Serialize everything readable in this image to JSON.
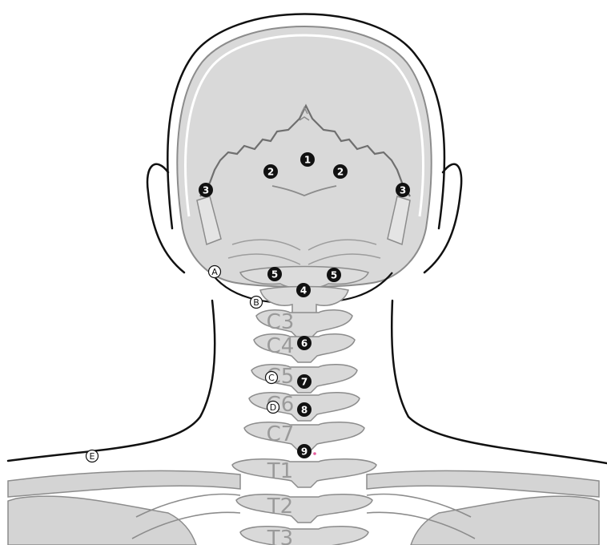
{
  "numbered_points": [
    {
      "id": "point-1",
      "label": "1"
    },
    {
      "id": "point-2-left",
      "label": "2"
    },
    {
      "id": "point-2-right",
      "label": "2"
    },
    {
      "id": "point-3-left",
      "label": "3"
    },
    {
      "id": "point-3-right",
      "label": "3"
    },
    {
      "id": "point-5-left",
      "label": "5"
    },
    {
      "id": "point-5-right",
      "label": "5"
    },
    {
      "id": "point-4",
      "label": "4"
    },
    {
      "id": "point-6",
      "label": "6"
    },
    {
      "id": "point-7",
      "label": "7"
    },
    {
      "id": "point-8",
      "label": "8"
    },
    {
      "id": "point-9",
      "label": "9"
    }
  ],
  "lettered_points": [
    {
      "id": "point-a",
      "label": "A"
    },
    {
      "id": "point-b",
      "label": "B"
    },
    {
      "id": "point-c",
      "label": "C"
    },
    {
      "id": "point-d",
      "label": "D"
    },
    {
      "id": "point-e",
      "label": "E"
    }
  ],
  "vertebra_labels": [
    "C3",
    "C4",
    "C5",
    "C6",
    "C7",
    "T1",
    "T2",
    "T3"
  ],
  "colors": {
    "bone_fill": "#d9d9d9",
    "bone_stroke": "#8c8c8c",
    "outline": "#111111",
    "marker": "#111111"
  }
}
